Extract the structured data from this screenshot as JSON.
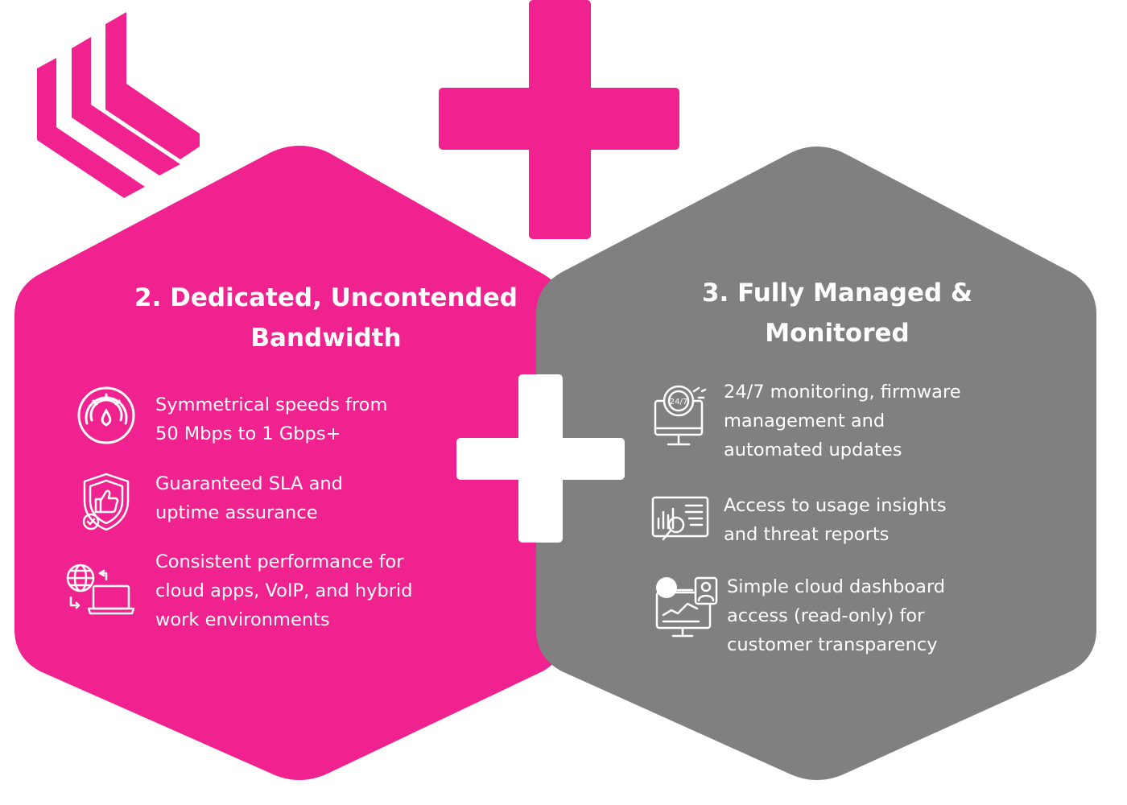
{
  "colors": {
    "pink": "#F0228F",
    "gray": "#808080",
    "white": "#FFFFFF"
  },
  "left_panel": {
    "title_lines": [
      "2. Dedicated, Uncontended",
      "Bandwidth"
    ],
    "items": [
      {
        "icon": "speedometer-icon",
        "lines": [
          "Symmetrical speeds from",
          "50 Mbps to 1 Gbps+"
        ]
      },
      {
        "icon": "shield-thumbs-up-icon",
        "lines": [
          "Guaranteed SLA and",
          "uptime assurance"
        ]
      },
      {
        "icon": "globe-laptop-icon",
        "lines": [
          "Consistent performance for",
          "cloud apps, VoIP, and hybrid",
          "work environments"
        ]
      }
    ]
  },
  "right_panel": {
    "title_lines": [
      "3. Fully Managed &",
      "Monitored"
    ],
    "items": [
      {
        "icon": "monitor-24-7-icon",
        "lines": [
          "24/7 monitoring, firmware",
          "management and",
          "automated updates"
        ]
      },
      {
        "icon": "analytics-screen-icon",
        "lines": [
          "Access to usage insights",
          "and threat reports"
        ]
      },
      {
        "icon": "dashboard-user-icon",
        "lines": [
          "Simple cloud dashboard",
          "access (read-only) for",
          "customer transparency"
        ]
      }
    ]
  }
}
